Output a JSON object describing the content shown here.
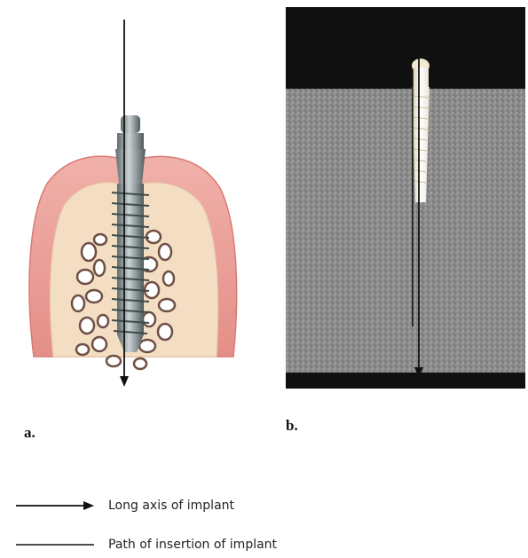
{
  "panels": {
    "a": {
      "label": "a."
    },
    "b": {
      "label": "b."
    }
  },
  "legend": {
    "items": [
      {
        "symbol": "arrow-line",
        "text": "Long axis of implant"
      },
      {
        "symbol": "plain-line",
        "text": "Path of insertion of implant"
      }
    ]
  },
  "colors": {
    "gum": "#e8a39c",
    "gum_edge": "#d97a74",
    "bone": "#f2dcbf",
    "implant": "#7f8c8f",
    "ct_background": "#8c8c8c",
    "ct_border": "#101010"
  }
}
